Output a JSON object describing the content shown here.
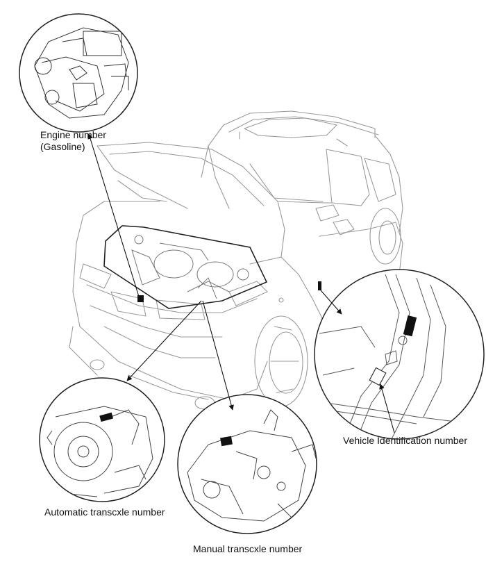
{
  "labels": {
    "engine_line1": "Engine number",
    "engine_line2": "(Gasoline)",
    "vin": "Vehicle Identification number",
    "automatic": "Automatic transcxle number",
    "manual": "Manual transcxle number"
  },
  "colors": {
    "line": "#2a2a2a",
    "light_line": "#9a9a9a",
    "marker": "#111111"
  }
}
